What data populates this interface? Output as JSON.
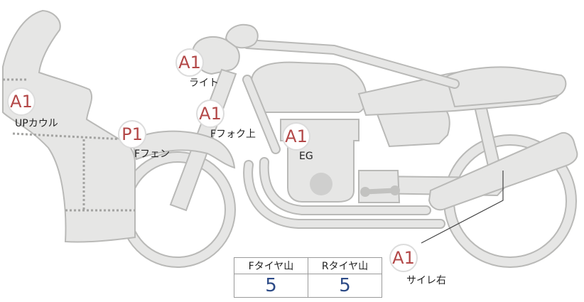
{
  "inspection_marks": [
    {
      "id": "upper-cowl",
      "grade": "A1",
      "label": "UPカウル"
    },
    {
      "id": "light",
      "grade": "A1",
      "label": "ライト"
    },
    {
      "id": "front-fork-upper",
      "grade": "A1",
      "label": "Fフォク上"
    },
    {
      "id": "front-fender",
      "grade": "P1",
      "label": "Fフェン"
    },
    {
      "id": "engine",
      "grade": "A1",
      "label": "EG"
    },
    {
      "id": "muffler-right",
      "grade": "A1",
      "label": "サイレ右"
    }
  ],
  "tire_tread": {
    "front_label": "Fタイヤ山",
    "rear_label": "Rタイヤ山",
    "front_value": "5",
    "rear_value": "5"
  },
  "colors": {
    "body_fill": "#e6e6e5",
    "body_outline": "#b9b9b7",
    "grade_text": "#b34848",
    "value_text": "#2c4a86"
  }
}
